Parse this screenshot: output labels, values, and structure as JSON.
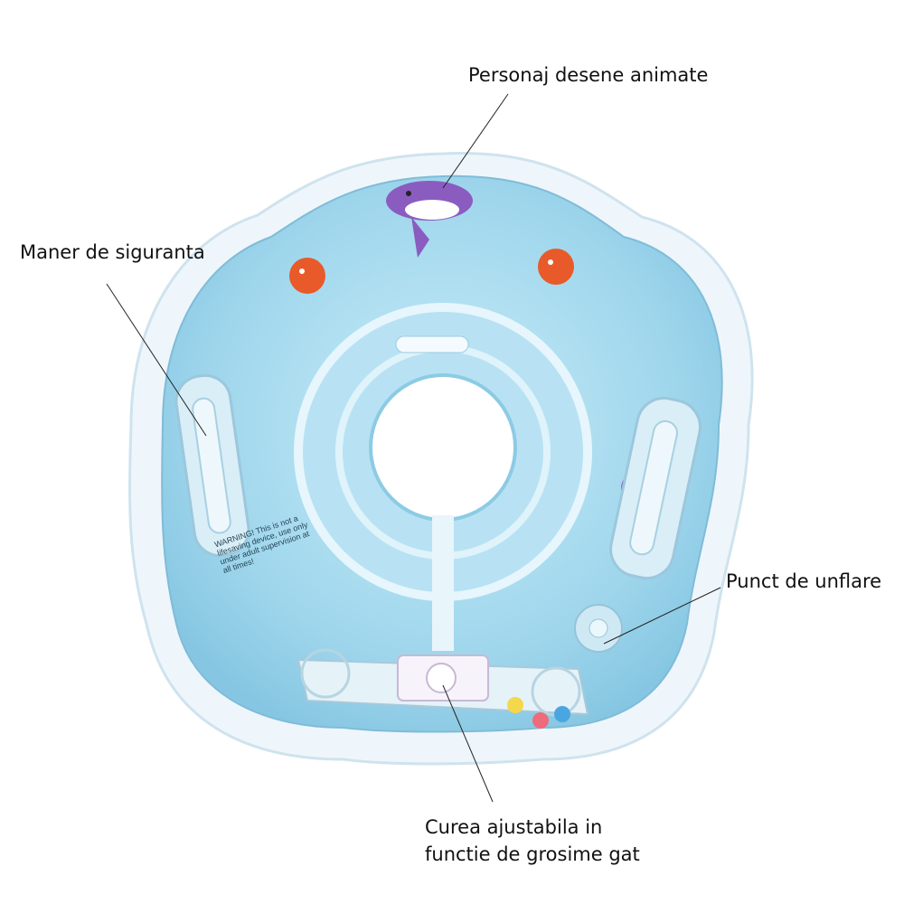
{
  "callouts": {
    "character": "Personaj desene animate",
    "handle": "Maner de siguranta",
    "inflation_point": "Punct de unflare",
    "strap_line1": "Curea ajustabila in",
    "strap_line2": "functie de grosime gat"
  },
  "product_print": {
    "warning": "WARNING! This is not a lifesaving device, use only under adult supervision at all times!"
  },
  "colors": {
    "float_blue": "#9fd6ec",
    "rim": "#e9f4fa",
    "character_purple": "#8a5cc0",
    "crab_orange": "#e85a2a"
  }
}
